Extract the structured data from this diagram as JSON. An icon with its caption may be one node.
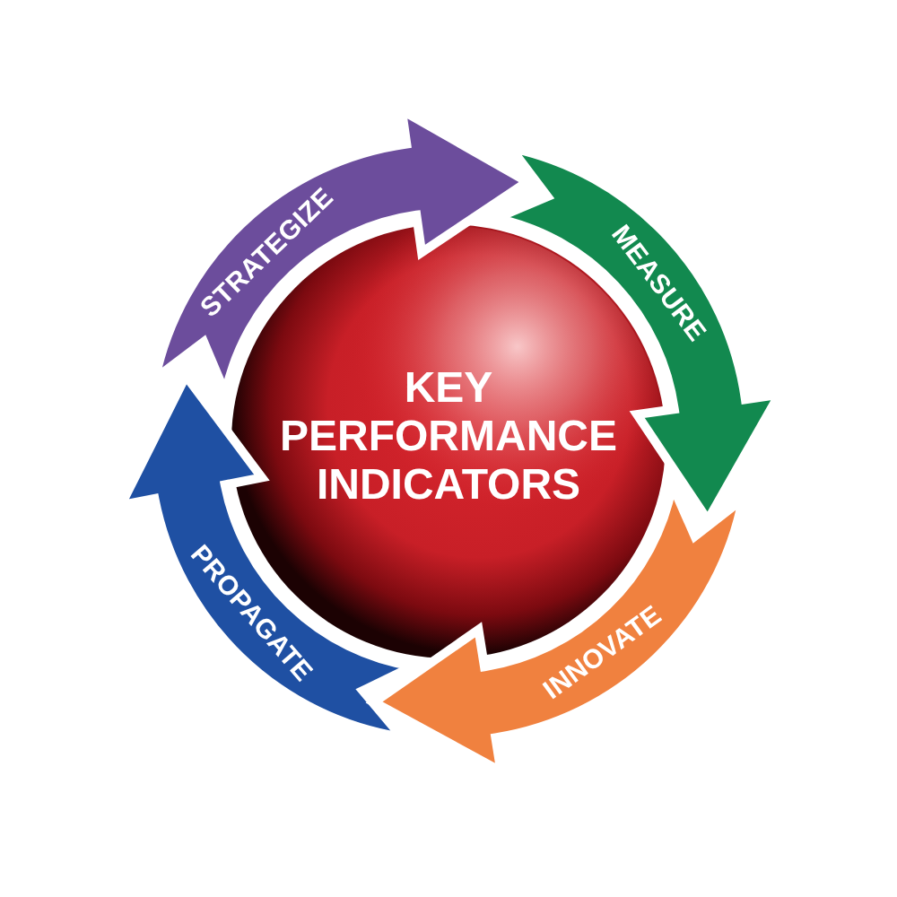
{
  "diagram": {
    "nodes": [
      {
        "text": [
          "STRATEGIZE"
        ]
      },
      {
        "text": [
          "MEASURE"
        ]
      },
      {
        "text": [
          "KEY PERFORMANCE INDICATORS"
        ]
      },
      {
        "text": [
          "PROPAGATE"
        ]
      },
      {
        "text": [
          "INNOVATE"
        ]
      }
    ]
  }
}
